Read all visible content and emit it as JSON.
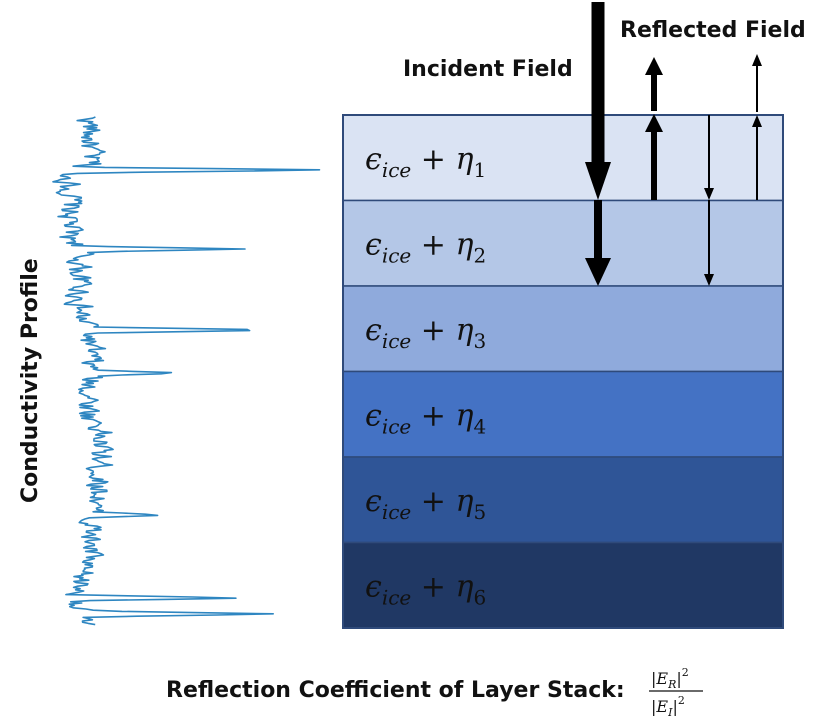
{
  "labels": {
    "incident": "Incident Field",
    "reflected": "Reflected Field",
    "profile": "Conductivity Profile",
    "caption": "Reflection Coefficient of Layer Stack:"
  },
  "formula": {
    "numerator": "|E",
    "numerator_sub": "R",
    "denominator": "|E",
    "denominator_sub": "I",
    "power": "2"
  },
  "layers": [
    {
      "epsilon": "ϵ",
      "sub": "ice",
      "plus": "+",
      "eta": "η",
      "index": "1",
      "color": "#dae3f3",
      "text_color": "#111111"
    },
    {
      "epsilon": "ϵ",
      "sub": "ice",
      "plus": "+",
      "eta": "η",
      "index": "2",
      "color": "#b4c7e7",
      "text_color": "#111111"
    },
    {
      "epsilon": "ϵ",
      "sub": "ice",
      "plus": "+",
      "eta": "η",
      "index": "3",
      "color": "#8faadc",
      "text_color": "#111111"
    },
    {
      "epsilon": "ϵ",
      "sub": "ice",
      "plus": "+",
      "eta": "η",
      "index": "4",
      "color": "#4472c4",
      "text_color": "#111111"
    },
    {
      "epsilon": "ϵ",
      "sub": "ice",
      "plus": "+",
      "eta": "η",
      "index": "5",
      "color": "#2f5597",
      "text_color": "#111111"
    },
    {
      "epsilon": "ϵ",
      "sub": "ice",
      "plus": "+",
      "eta": "η",
      "index": "6",
      "color": "#203864",
      "text_color": "#111111"
    }
  ],
  "colors": {
    "profile_line": "#2e86c1",
    "layer_border": "#2f4a7a",
    "arrow": "#000000"
  }
}
